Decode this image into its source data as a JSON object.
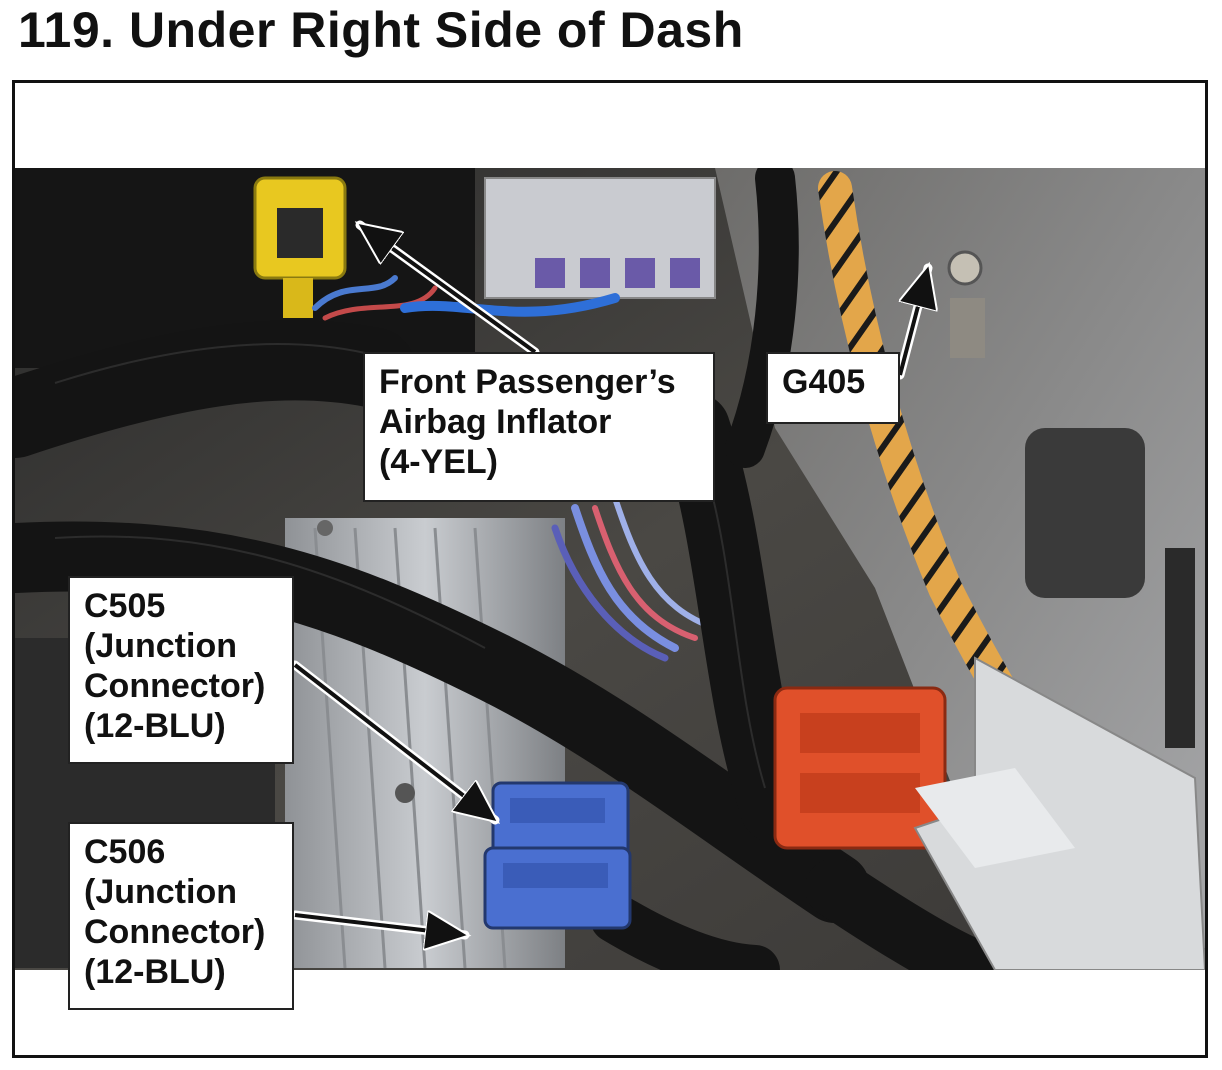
{
  "header": {
    "title": "119.  Under Right Side of Dash"
  },
  "photo": {
    "icon": "wiring-harness-photo",
    "colors": {
      "harness": "#141414",
      "yellow_connector": "#e8c820",
      "blue_connector": "#4a6fd0",
      "red_connector": "#e0502a",
      "bracket": "#c4c7ca"
    }
  },
  "callouts": {
    "airbag": "Front Passenger’s\nAirbag Inflator\n(4-YEL)",
    "g405": "G405",
    "c505": "C505\n(Junction\nConnector)\n(12-BLU)",
    "c506": "C506\n(Junction\nConnector)\n(12-BLU)"
  }
}
